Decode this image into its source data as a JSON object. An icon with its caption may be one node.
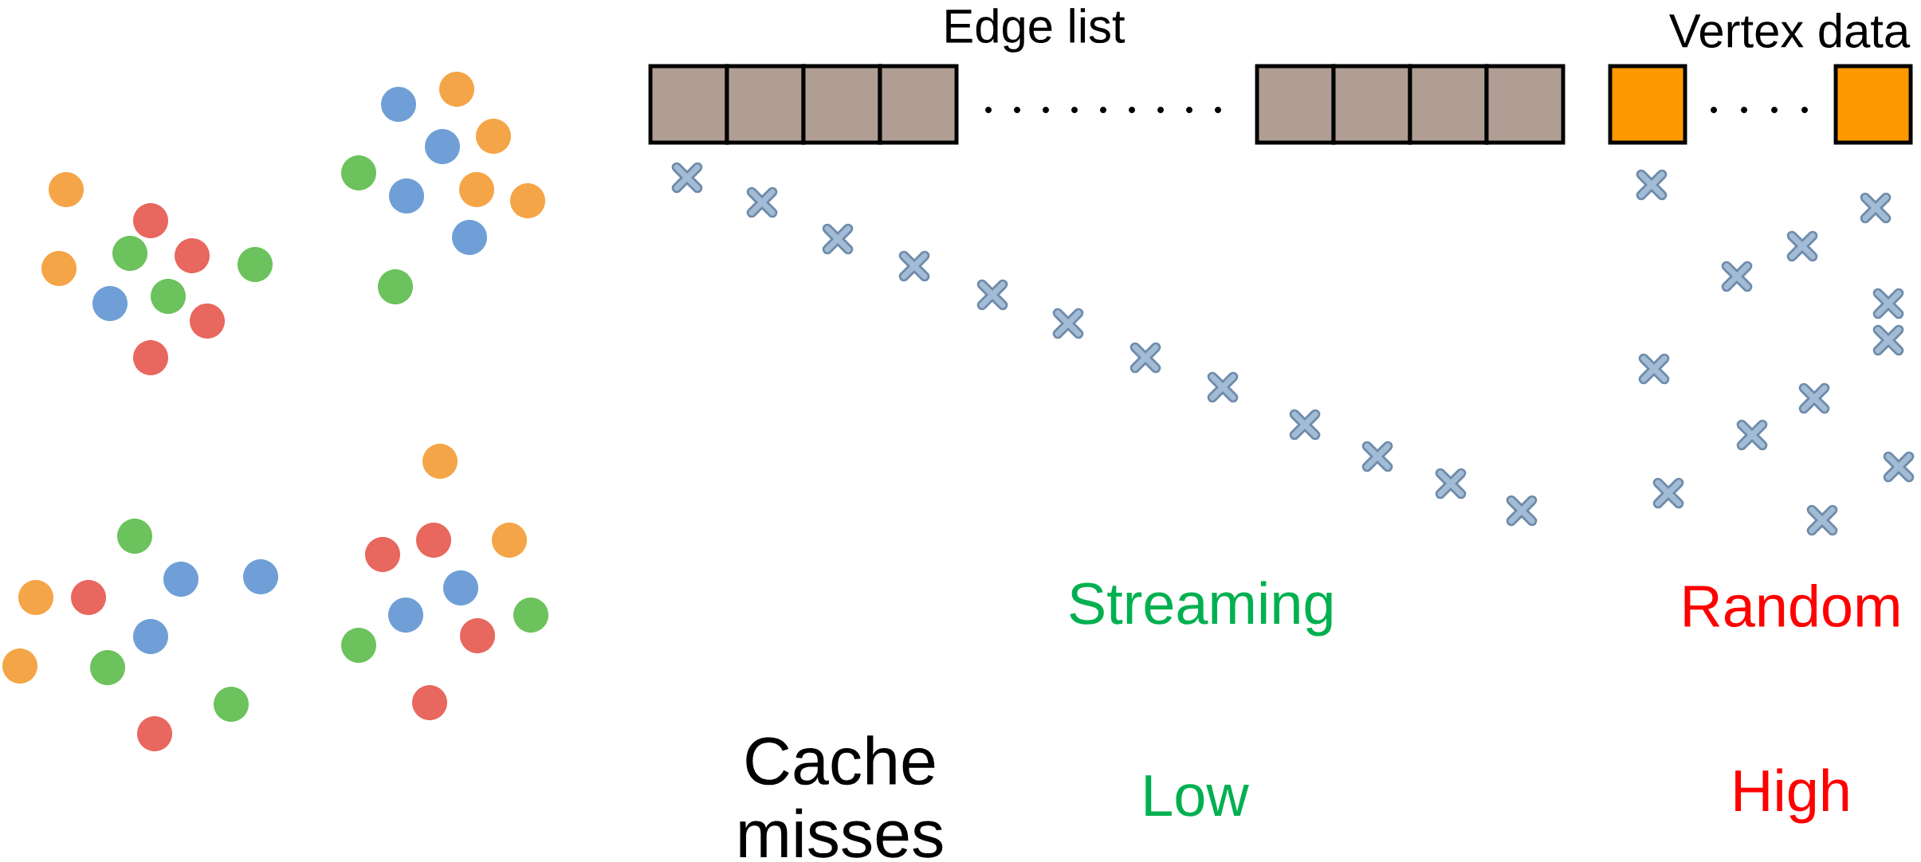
{
  "diagram": {
    "nodes": [
      {
        "text": [
          "Edge list"
        ]
      },
      {
        "text": [
          "Vertex data"
        ]
      }
    ],
    "labels": [
      "Streaming",
      "Random",
      "Cache misses",
      "Low",
      "High"
    ]
  }
}
